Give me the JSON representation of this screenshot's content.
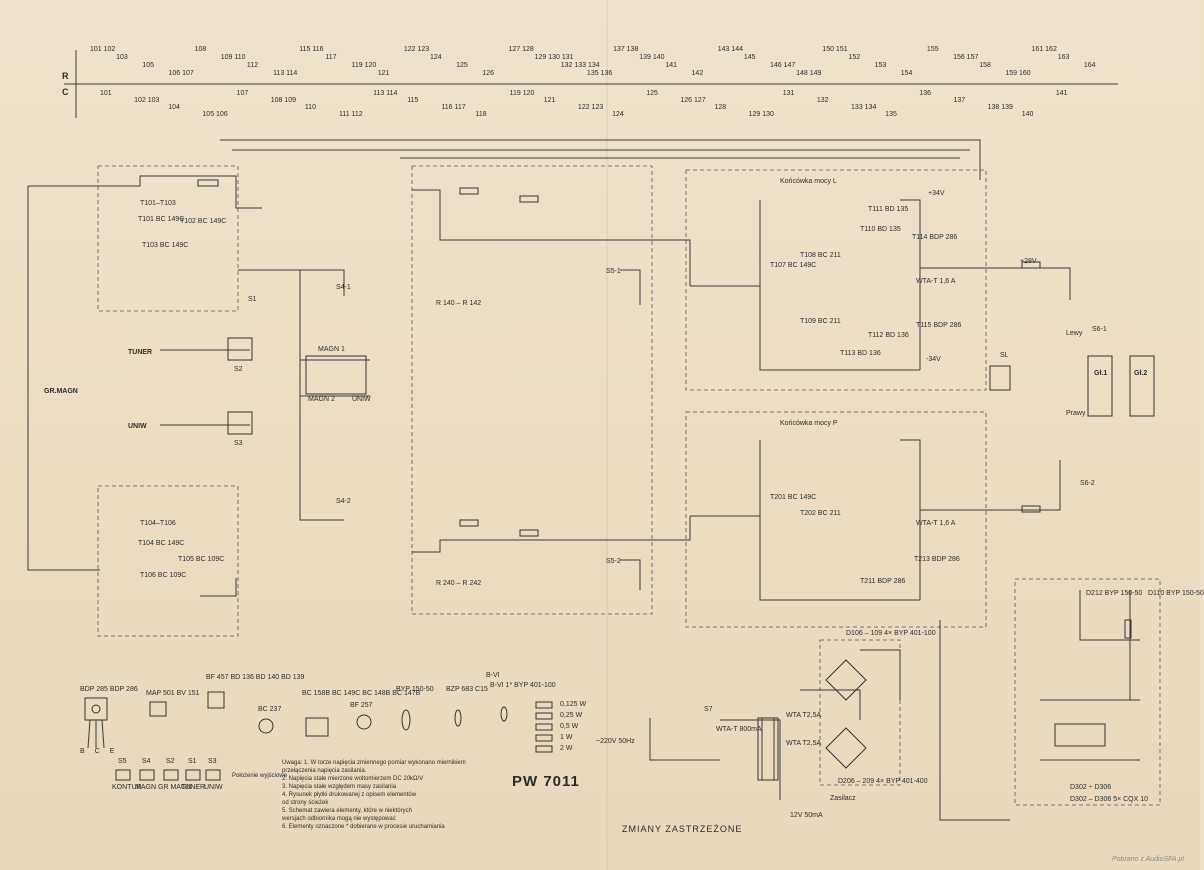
{
  "title": "PW 7011",
  "footer_note": "ZMIANY ZASTRZEŻONE",
  "watermark": "Pobrano z AudioSFA.pl",
  "ruler": {
    "row_labels": [
      "R",
      "C"
    ],
    "top_refs": [
      "101 102",
      "103",
      "105",
      "106 107",
      "108",
      "109 110",
      "112",
      "113 114",
      "115 116",
      "117",
      "119 120",
      "121",
      "122 123",
      "124",
      "125",
      "126",
      "127 128",
      "129 130 131",
      "132 133 134",
      "135 136",
      "137 138",
      "139 140",
      "141",
      "142",
      "143 144",
      "145",
      "146 147",
      "148 149",
      "150 151",
      "152",
      "153",
      "154",
      "155",
      "156 157",
      "158",
      "159 160",
      "161 162",
      "163",
      "164"
    ],
    "bottom_refs": [
      "101",
      "102 103",
      "104",
      "105 106",
      "107",
      "108 109",
      "110",
      "111 112",
      "113 114",
      "115",
      "116 117",
      "118",
      "119 120",
      "121",
      "122 123",
      "124",
      "125",
      "126 127",
      "128",
      "129 130",
      "131",
      "132",
      "133 134",
      "135",
      "136",
      "137",
      "138 139",
      "140",
      "141"
    ]
  },
  "connectors": [
    {
      "name": "GR MAGN",
      "label": "GR.MAGN"
    },
    {
      "name": "TUNER",
      "label": "TUNER"
    },
    {
      "name": "UNIW",
      "label": "UNIW"
    },
    {
      "name": "GL1",
      "label": "Gł.1"
    },
    {
      "name": "GL2",
      "label": "Gł.2"
    },
    {
      "name": "LEWY",
      "label": "Lewy"
    },
    {
      "name": "PRAWY",
      "label": "Prawy"
    },
    {
      "name": "S6-1",
      "label": "S6-1"
    },
    {
      "name": "S6-2",
      "label": "S6-2"
    },
    {
      "name": "SL",
      "label": "SL"
    }
  ],
  "switches": [
    "S1",
    "S2",
    "S3",
    "S4-1",
    "S4-2",
    "S5-1",
    "S5-2",
    "S7",
    "MAGN 1",
    "MAGN 2",
    "UNIW"
  ],
  "components": {
    "transistors_pre": [
      "T101 BC 149C",
      "T102 BC 149C",
      "T103 BC 149C",
      "T104 BC 149C",
      "T105 BC 109C",
      "T106 BC 109C"
    ],
    "transistors_power": [
      "T107 BC 149C",
      "T108 BC 211",
      "T109 BC 211",
      "T110 BD 135",
      "T111 BD 135",
      "T112 BD 136",
      "T113 BD 136",
      "T114 BDP 286",
      "T115 BDP 286",
      "T201 BC 149C",
      "T202 BC 211",
      "T211 BDP 286",
      "T213 BDP 286"
    ],
    "diodes": [
      "D106 – 109 4× BYP 401-100",
      "D206 – 209 4× BYP 401-400",
      "D110 BYP 150-50",
      "D212 BYP 150-50",
      "D302 – D306 5× CQX 10"
    ],
    "fuses": [
      "WTA-T 1,6 A",
      "WTA-T 1,6 A",
      "WTA T2,5A",
      "WTA T2,5A",
      "WTA-T 800mA"
    ],
    "power": [
      "~220V 50Hz",
      "12V 50mA",
      "+34V",
      "-34V",
      "+28V",
      "B-VI"
    ],
    "legend_values": [
      "0,125 W",
      "0,25 W",
      "0,5 W",
      "1 W",
      "2 W"
    ]
  },
  "package_legend": [
    {
      "label": "BDP 285 BDP 286",
      "pins": "B C E"
    },
    {
      "label": "MAP 501 BV 151"
    },
    {
      "label": "BF 457 BD 136 BD 140 BD 139"
    },
    {
      "label": "BC 237"
    },
    {
      "label": "BC 158B BC 149C BC 148B BC 147B"
    },
    {
      "label": "BF 257"
    },
    {
      "label": "BYP 150-50"
    },
    {
      "label": "BZP 683 C15"
    },
    {
      "label": "B-VI 1* BYP 401-100"
    }
  ],
  "switch_legend": {
    "headers": [
      "S5",
      "S4",
      "S2",
      "S1",
      "S3"
    ],
    "labels": [
      "KONTUR",
      "MAGN",
      "GR MAGN",
      "TUNER",
      "UNIW"
    ],
    "note": "Położenie wyjściowe"
  },
  "notes": [
    "Uwaga: 1. W torze napięcia zmiennego pomiar wykonano miernikiem",
    "   przełączenia napięcia zasilania.",
    "2. Napięcia stałe mierzone woltomierzem DC 20kΩ/V",
    "3. Napięcia stałe względem masy zasilania",
    "4. Rysunek płytki drukowanej z opisem elementów",
    "   od strony ścieżek",
    "5. Schemat zawiera elementy, które w niektórych",
    "   wersjach odbiornika mogą nie występować",
    "6. Elementy oznaczone * dobierane w procesie uruchamiania"
  ],
  "blocks": [
    {
      "id": "preamp-top",
      "label": "T101–T103"
    },
    {
      "id": "preamp-bottom",
      "label": "T104–T106"
    },
    {
      "id": "tone-top",
      "label": "R 140 – R 142"
    },
    {
      "id": "tone-bottom",
      "label": "R 240 – R 242"
    },
    {
      "id": "power-top",
      "label": "Końcówka mocy L"
    },
    {
      "id": "power-bottom",
      "label": "Końcówka mocy P"
    },
    {
      "id": "indicator",
      "label": "D302 ÷ D306"
    },
    {
      "id": "psu",
      "label": "Zasilacz"
    }
  ],
  "colors": {
    "paper": "#eee0c9",
    "ink": "#3a3a3a"
  }
}
